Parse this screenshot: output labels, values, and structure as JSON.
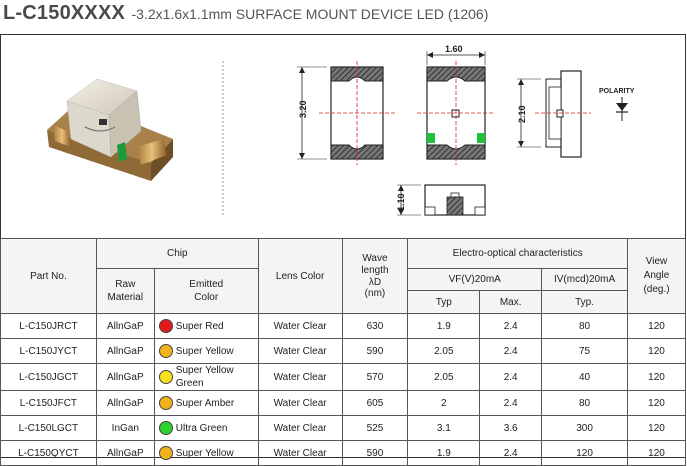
{
  "header": {
    "part_series": "L-C150XXXX",
    "description": "-3.2x1.6x1.1mm SURFACE MOUNT DEVICE LED (1206)"
  },
  "drawing": {
    "dim_width": "1.60",
    "dim_length": "3.20",
    "dim_side": "2.10",
    "dim_height": "1.10",
    "polarity_label": "POLARITY"
  },
  "table": {
    "headers": {
      "part_no": "Part No.",
      "chip": "Chip",
      "raw_material": "Raw Material",
      "emitted_color": "Emitted Color",
      "lens_color": "Lens Color",
      "wave_length": "Wave length",
      "wave_symbol": "λD",
      "wave_unit": "(nm)",
      "electro_optical": "Electro-optical characteristics",
      "vf": "VF(V)20mA",
      "iv": "IV(mcd)20mA",
      "typ": "Typ",
      "max": "Max.",
      "typ2": "Typ.",
      "view_angle": "View Angle (deg.)"
    },
    "rows": [
      {
        "part": "L-C150JRCT",
        "raw": "AllnGaP",
        "color_hex": "#e31b1b",
        "emitted": "Super Red",
        "lens": "Water Clear",
        "wave": "630",
        "vf_typ": "1.9",
        "vf_max": "2.4",
        "iv_typ": "80",
        "angle": "120"
      },
      {
        "part": "L-C150JYCT",
        "raw": "AllnGaP",
        "color_hex": "#f2b21c",
        "emitted": "Super Yellow",
        "lens": "Water Clear",
        "wave": "590",
        "vf_typ": "2.05",
        "vf_max": "2.4",
        "iv_typ": "75",
        "angle": "120"
      },
      {
        "part": "L-C150JGCT",
        "raw": "AllnGaP",
        "color_hex": "#f7e21a",
        "emitted": "Super Yellow Green",
        "lens": "Water Clear",
        "wave": "570",
        "vf_typ": "2.05",
        "vf_max": "2.4",
        "iv_typ": "40",
        "angle": "120"
      },
      {
        "part": "L-C150JFCT",
        "raw": "AllnGaP",
        "color_hex": "#f4b01a",
        "emitted": "Super Amber",
        "lens": "Water Clear",
        "wave": "605",
        "vf_typ": "2",
        "vf_max": "2.4",
        "iv_typ": "80",
        "angle": "120"
      },
      {
        "part": "L-C150LGCT",
        "raw": "InGan",
        "color_hex": "#2ed12e",
        "emitted": "Ultra Green",
        "lens": "Water Clear",
        "wave": "525",
        "vf_typ": "3.1",
        "vf_max": "3.6",
        "iv_typ": "300",
        "angle": "120"
      },
      {
        "part": "L-C150QYCT",
        "raw": "AllnGaP",
        "color_hex": "#f2b21c",
        "emitted": "Super Yellow",
        "lens": "Water Clear",
        "wave": "590",
        "vf_typ": "1.9",
        "vf_max": "2.4",
        "iv_typ": "120",
        "angle": "120"
      }
    ]
  }
}
